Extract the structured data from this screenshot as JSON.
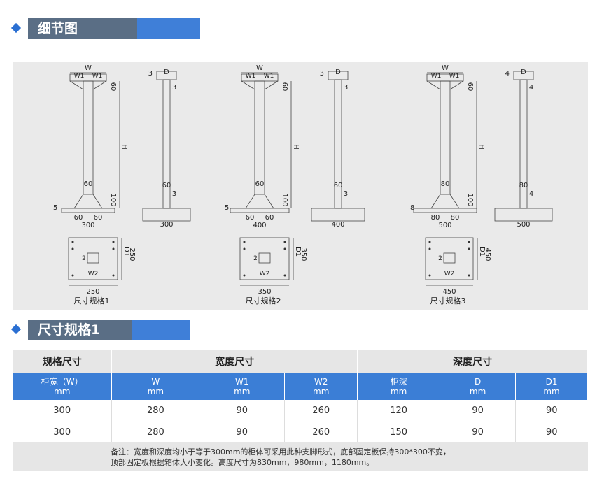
{
  "section1": {
    "title": "细节图"
  },
  "section2": {
    "title": "尺寸规格1"
  },
  "drawings": [
    {
      "caption": "尺寸规格1",
      "labels": {
        "W": "W",
        "W1": "W1",
        "H": "H",
        "D": "D",
        "D1": "D1",
        "W2": "W2",
        "two": "2"
      },
      "dims": {
        "top_h": "60",
        "post": "60",
        "bottom_h": "100",
        "foot": "5",
        "base": "300",
        "base_side": "300",
        "plate_w": "250",
        "plate_d": "250",
        "top_t": "3"
      }
    },
    {
      "caption": "尺寸规格2",
      "labels": {
        "W": "W",
        "W1": "W1",
        "H": "H",
        "D": "D",
        "D1": "D1",
        "W2": "W2",
        "two": "2"
      },
      "dims": {
        "top_h": "60",
        "post": "60",
        "bottom_h": "100",
        "foot": "5",
        "base": "400",
        "base_side": "400",
        "plate_w": "350",
        "plate_d": "350",
        "top_t": "3"
      }
    },
    {
      "caption": "尺寸规格3",
      "labels": {
        "W": "W",
        "W1": "W1",
        "H": "H",
        "D": "D",
        "D1": "D1",
        "W2": "W2",
        "two": "2"
      },
      "dims": {
        "top_h": "60",
        "post": "80",
        "bottom_h": "100",
        "foot": "8",
        "base": "500",
        "base_side": "500",
        "plate_w": "450",
        "plate_d": "450",
        "top_t": "4"
      }
    }
  ],
  "table": {
    "groups": [
      "规格尺寸",
      "宽度尺寸",
      "深度尺寸"
    ],
    "columns": [
      {
        "name": "柜宽（W）",
        "unit": "mm"
      },
      {
        "name": "W",
        "unit": "mm"
      },
      {
        "name": "W1",
        "unit": "mm"
      },
      {
        "name": "W2",
        "unit": "mm"
      },
      {
        "name": "柜深",
        "unit": "mm"
      },
      {
        "name": "D",
        "unit": "mm"
      },
      {
        "name": "D1",
        "unit": "mm"
      }
    ],
    "rows": [
      [
        "300",
        "280",
        "90",
        "260",
        "120",
        "90",
        "90"
      ],
      [
        "300",
        "280",
        "90",
        "260",
        "150",
        "90",
        "90"
      ]
    ]
  },
  "note": {
    "line1": "备注：宽度和深度均小于等于300mm的柜体可采用此种支脚形式，底部固定板保持300*300不变，",
    "line2": "顶部固定板根据箱体大小变化。高度尺寸为830mm，980mm，1180mm。"
  }
}
